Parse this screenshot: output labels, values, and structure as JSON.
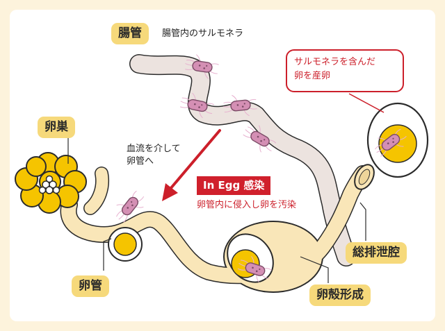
{
  "labels": {
    "intestine": "腸管",
    "intestine_salmonella": "腸管内のサルモネラ",
    "ovary": "卵巣",
    "oviduct": "卵管",
    "cloaca": "総排泄腔",
    "eggshell_formation": "卵殻形成",
    "blood_flow_line1": "血流を介して",
    "blood_flow_line2": "卵管へ"
  },
  "callout": {
    "line1": "サルモネラを含んだ",
    "line2": "卵を産卵"
  },
  "in_egg": {
    "badge": "In Egg 感染",
    "caption": "卵管内に侵入し卵を汚染"
  },
  "colors": {
    "background": "#fdf3dc",
    "tag": "#f6d97b",
    "yolk": "#f5c400",
    "oviduct_fill": "#f9e6b8",
    "intestine_fill": "#ece3df",
    "bacteria": "#d48fb4",
    "accent_red": "#cc1f2a"
  }
}
